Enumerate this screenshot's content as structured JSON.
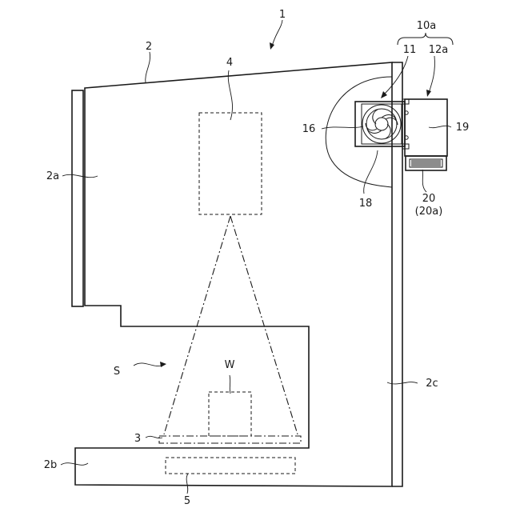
{
  "labels": {
    "device": "1",
    "housing": "2",
    "housing_front": "2a",
    "housing_bottom": "2b",
    "housing_side": "2c",
    "stage": "3",
    "unit_4": "4",
    "unit_5": "5",
    "assembly": "10a",
    "fan_unit": "11",
    "unit_12a": "12a",
    "fan_frame": "16",
    "fan_blades": "18",
    "box_19": "19",
    "filter": "20",
    "filter_sub": "(20a)",
    "space": "S",
    "workpiece": "W"
  }
}
